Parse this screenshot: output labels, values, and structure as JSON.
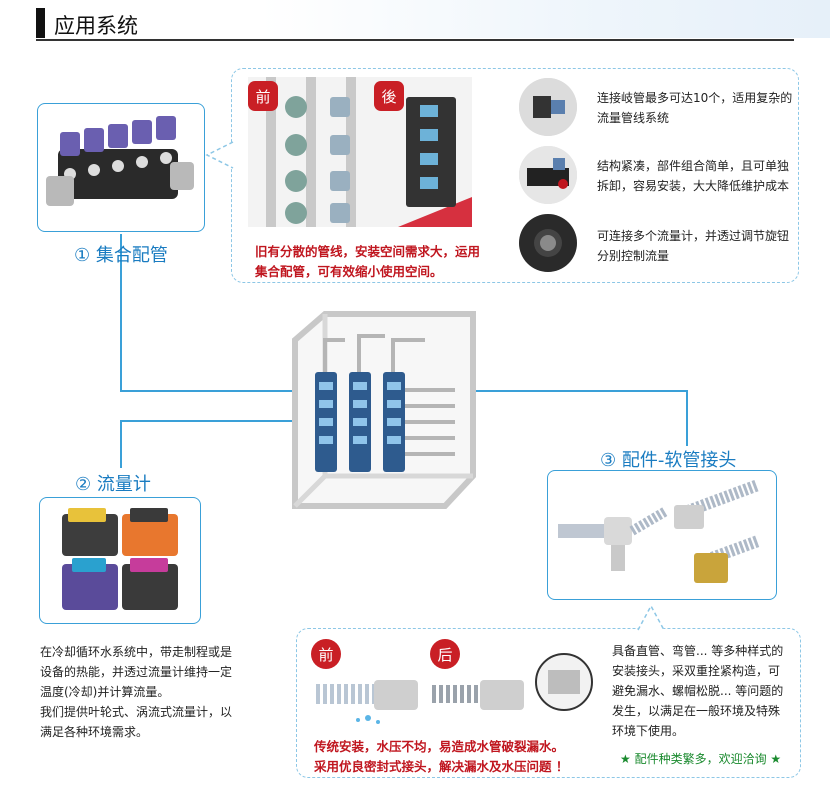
{
  "header": {
    "title": "应用系统"
  },
  "section1": {
    "label": "① 集合配管",
    "before_badge": "前",
    "after_badge": "後",
    "caption_line1": "旧有分散的管线，安装空间需求大，运用",
    "caption_line2": "集合配管，可有效缩小使用空间。",
    "features": [
      {
        "line1": "连接岐管最多可达10个，适用复杂的",
        "line2": "流量管线系统"
      },
      {
        "line1": "结构紧凑，部件组合简单，且可单独",
        "line2": "拆卸，容易安装，大大降低维护成本"
      },
      {
        "line1": "可连接多个流量计，并透过调节旋钮",
        "line2": "分别控制流量"
      }
    ]
  },
  "section2": {
    "label": "② 流量计",
    "desc": [
      "在冷却循环水系统中，带走制程或是",
      "设备的热能，并透过流量计维持一定",
      "温度(冷却)并计算流量。",
      "我们提供叶轮式、涡流式流量计，以",
      "满足各种环境需求。"
    ]
  },
  "section3": {
    "label": "③ 配件-软管接头",
    "before_badge": "前",
    "after_badge": "后",
    "caption_line1": "传统安装，水压不均，易造成水管破裂漏水。",
    "caption_line2": "采用优良密封式接头，解决漏水及水压问题 ！",
    "desc": [
      "具备直管、弯管... 等多种样式的",
      "安装接头，采双重拴紧构造，可",
      "避免漏水、螺帽松脱... 等问题的",
      "发生，以满足在一般环境及特殊",
      "环境下使用。"
    ],
    "footer_note": "★ 配件种类繁多，欢迎洽询 ★"
  },
  "colors": {
    "accent": "#1a7cc1",
    "box_border": "#3aa0d8",
    "dash_border": "#8dc7e6",
    "red": "#c0161f",
    "green": "#1a8a2e"
  }
}
